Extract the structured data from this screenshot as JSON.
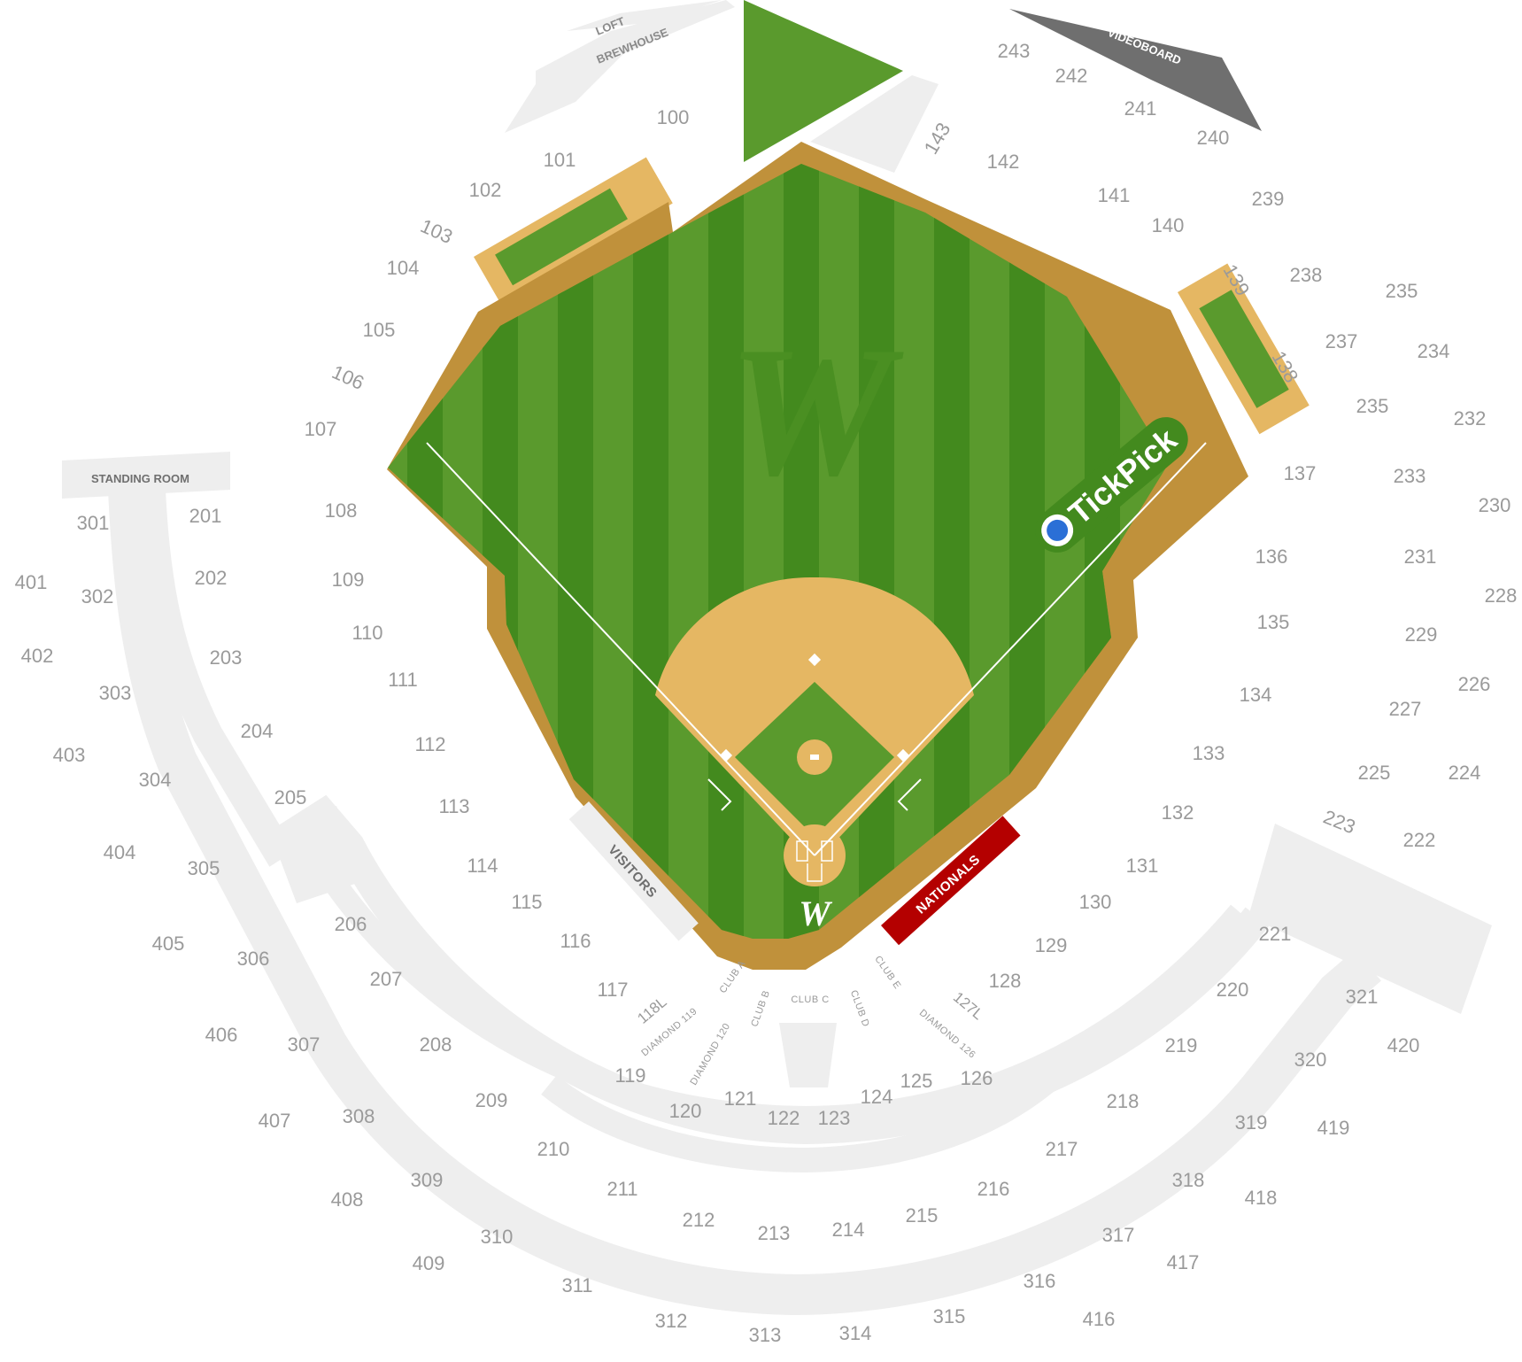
{
  "map": {
    "areas": {
      "loft": "LOFT",
      "brewhouse": "BREWHOUSE",
      "videoboard": "VIDEOBOARD",
      "standing_room": "STANDING ROOM",
      "visitors": "VISITORS",
      "nationals": "NATIONALS"
    },
    "sponsor": "TickPick",
    "logo_mark": "W",
    "clubs": [
      "CLUB A",
      "CLUB B",
      "CLUB C",
      "CLUB D",
      "CLUB E"
    ],
    "diamond_labels": [
      "DIAMOND 119",
      "DIAMOND 120",
      "DIAMOND 126"
    ],
    "colors": {
      "grass_light": "#5a9a2d",
      "grass_dark": "#438a1e",
      "warning_track": "#c0913b",
      "infield_dirt": "#e5b763",
      "concourse": "#eeeeee",
      "section_text": "#9a9a9a",
      "nationals_red": "#b40000",
      "videoboard": "#6f6f6f"
    },
    "sections": {
      "s100": [
        "100",
        "101",
        "102",
        "103",
        "104",
        "105",
        "106",
        "107",
        "108",
        "109",
        "110",
        "111",
        "112",
        "113",
        "114",
        "115",
        "116",
        "117",
        "118L",
        "119",
        "120",
        "121",
        "122",
        "123",
        "124",
        "125",
        "126",
        "127L",
        "128",
        "129",
        "130",
        "131",
        "132",
        "133",
        "134",
        "135",
        "136",
        "137",
        "138",
        "139",
        "140",
        "141",
        "142",
        "143"
      ],
      "s200": [
        "201",
        "202",
        "203",
        "204",
        "205",
        "206",
        "207",
        "208",
        "209",
        "210",
        "211",
        "212",
        "213",
        "214",
        "215",
        "216",
        "217",
        "218",
        "219",
        "220",
        "221",
        "222",
        "223",
        "224",
        "225",
        "226",
        "227",
        "228",
        "229",
        "230",
        "231",
        "232",
        "233",
        "234",
        "235",
        "235",
        "237",
        "238",
        "239",
        "240",
        "241",
        "242",
        "243"
      ],
      "s300": [
        "301",
        "302",
        "303",
        "304",
        "305",
        "306",
        "307",
        "308",
        "309",
        "310",
        "311",
        "312",
        "313",
        "314",
        "315",
        "316",
        "317",
        "318",
        "319",
        "320",
        "321"
      ],
      "s400": [
        "401",
        "402",
        "403",
        "404",
        "405",
        "406",
        "407",
        "408",
        "409",
        "416",
        "417",
        "418",
        "419",
        "420"
      ]
    }
  }
}
